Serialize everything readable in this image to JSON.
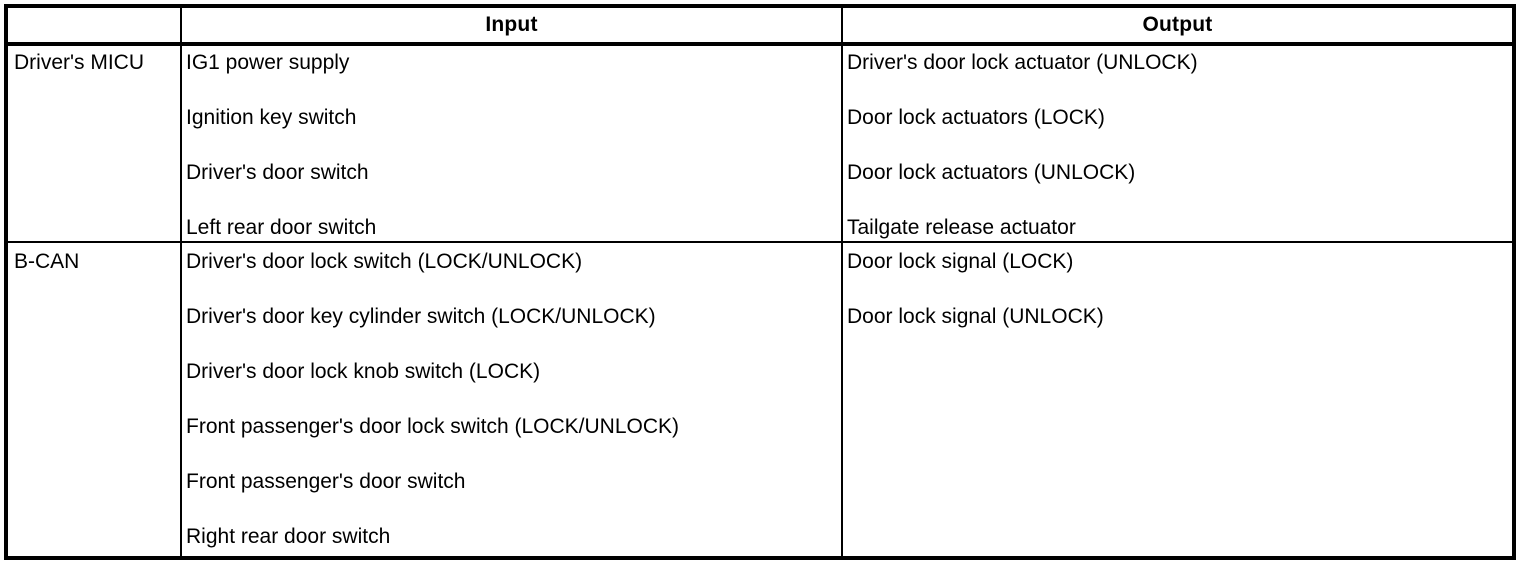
{
  "table": {
    "columns": {
      "label_header": "",
      "input_header": "Input",
      "output_header": "Output"
    },
    "sections": [
      {
        "label": "Driver's MICU",
        "inputs": [
          "IG1 power supply",
          "Ignition key switch",
          "Driver's door switch",
          "Left rear door switch"
        ],
        "outputs": [
          "Driver's door lock actuator (UNLOCK)",
          "Door lock actuators (LOCK)",
          "Door lock actuators (UNLOCK)",
          "Tailgate release actuator"
        ]
      },
      {
        "label": "B-CAN",
        "inputs": [
          "Driver's door lock switch (LOCK/UNLOCK)",
          "Driver's door key cylinder switch (LOCK/UNLOCK)",
          "Driver's door lock knob switch (LOCK)",
          "Front passenger's door lock switch (LOCK/UNLOCK)",
          "Front passenger's door switch",
          "Right rear door switch"
        ],
        "outputs": [
          "Door lock signal (LOCK)",
          "Door lock signal (UNLOCK)"
        ]
      }
    ]
  }
}
